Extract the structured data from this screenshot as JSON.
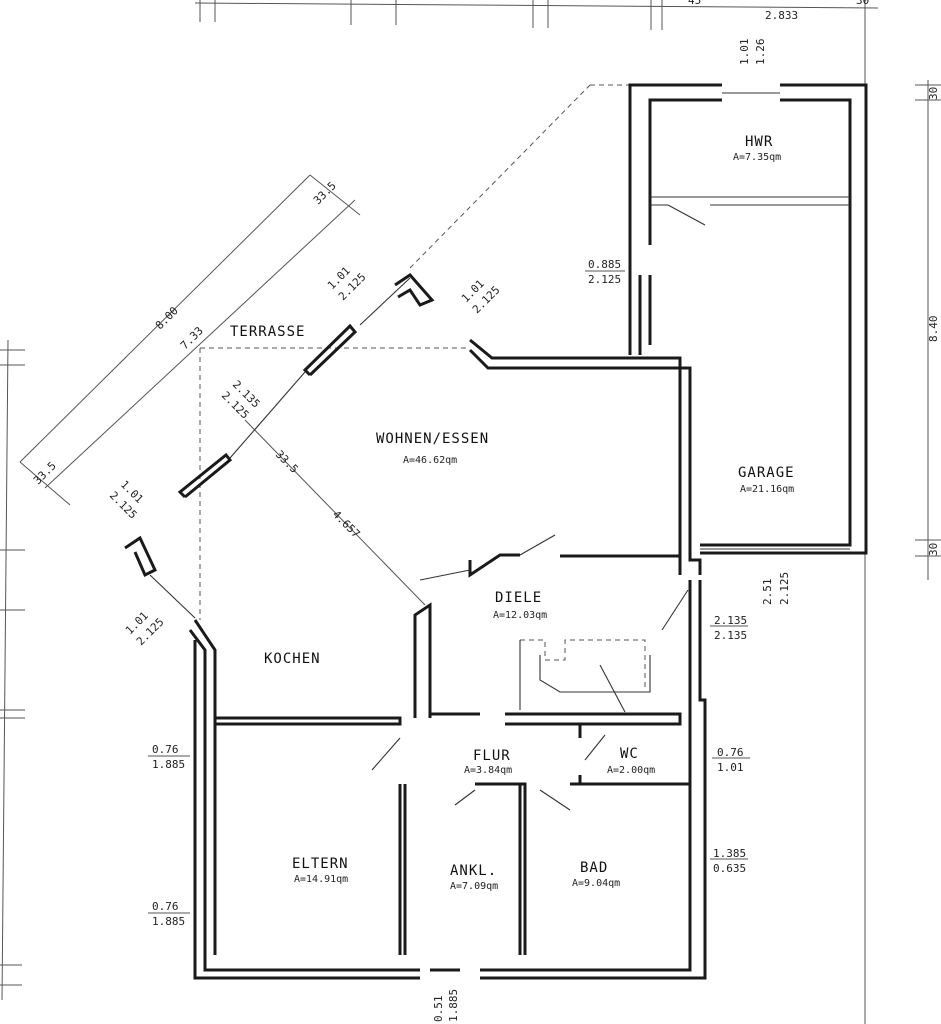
{
  "rooms": {
    "hwr": {
      "name": "HWR",
      "area": "A=7.35qm"
    },
    "garage": {
      "name": "GARAGE",
      "area": "A=21.16qm"
    },
    "wohnen": {
      "name": "WOHNEN/ESSEN",
      "area": "A=46.62qm"
    },
    "terrasse": {
      "name": "TERRASSE"
    },
    "kochen": {
      "name": "KOCHEN"
    },
    "diele": {
      "name": "DIELE",
      "area": "A=12.03qm"
    },
    "flur": {
      "name": "FLUR",
      "area": "A=3.84qm"
    },
    "wc": {
      "name": "WC",
      "area": "A=2.00qm"
    },
    "eltern": {
      "name": "ELTERN",
      "area": "A=14.91qm"
    },
    "ankl": {
      "name": "ANKL.",
      "area": "A=7.09qm"
    },
    "bad": {
      "name": "BAD",
      "area": "A=9.04qm"
    }
  },
  "dimensions": {
    "top": [
      "45",
      "2.833",
      "30"
    ],
    "garage_window": [
      "1.01",
      "1.26"
    ],
    "hwr_door": [
      "0.885",
      "2.125"
    ],
    "garage_depth": "8.40",
    "right_30_top": "30",
    "right_30_bottom": "30",
    "garage_door": [
      "2.51",
      "2.125"
    ],
    "diele_window": [
      "2.135",
      "2.135"
    ],
    "wc_window": [
      "0.76",
      "1.01"
    ],
    "bad_window": [
      "1.385",
      "0.635"
    ],
    "eltern_window_top": [
      "0.76",
      "1.885"
    ],
    "eltern_window_bottom": [
      "0.76",
      "1.885"
    ],
    "ankl_window": [
      "0.51",
      "1.885"
    ],
    "diag_8": "8.00",
    "diag_733": "7.33",
    "diag_335_top": "33.5",
    "diag_335_bottom": "33.5",
    "bay_window_1": [
      "1.01",
      "2.125"
    ],
    "bay_window_2": [
      "1.01",
      "2.125"
    ],
    "bay_door": [
      "2.135",
      "2.125"
    ],
    "bay_window_3": [
      "1.01",
      "2.125"
    ],
    "bay_window_4": [
      "1.01",
      "2.125"
    ],
    "inner_335": "33.5",
    "inner_4657": "4.657"
  }
}
